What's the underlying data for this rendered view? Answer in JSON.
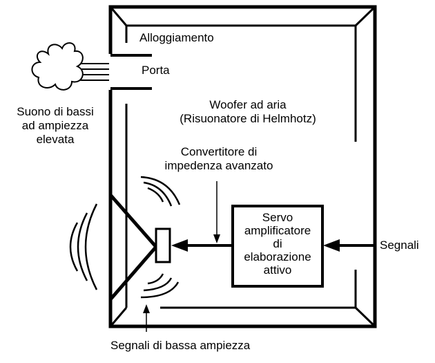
{
  "colors": {
    "ink": "#000000",
    "background": "#ffffff"
  },
  "labels": {
    "housing": "Alloggiamento",
    "port": "Porta",
    "bass_sound": [
      "Suono di bassi",
      "ad ampiezza",
      "elevata"
    ],
    "woofer": [
      "Woofer ad aria",
      "(Risuonatore di Helmhotz)"
    ],
    "converter": [
      "Convertitore di",
      "impedenza avanzato"
    ],
    "amplifier": [
      "Servo",
      "amplificatore",
      "di",
      "elaborazione",
      "attivo"
    ],
    "signals": "Segnali",
    "low_signals": "Segnali di bassa ampiezza"
  }
}
